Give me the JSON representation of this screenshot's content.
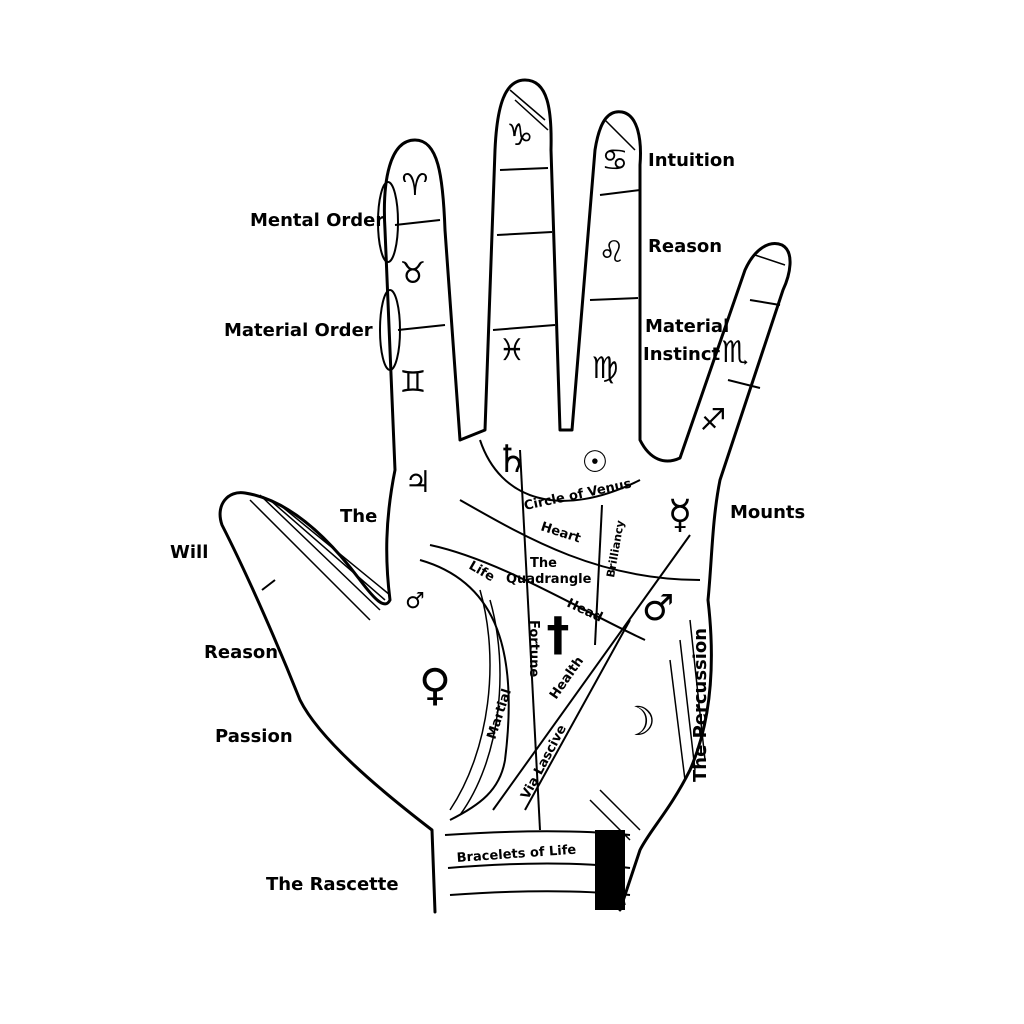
{
  "labels": {
    "intuition": "Intuition",
    "reason_finger": "Reason",
    "material_instinct_1": "Material",
    "material_instinct_2": "Instinct",
    "mental_order": "Mental Order",
    "material_order": "Material Order",
    "the": "The",
    "will": "Will",
    "reason_thumb": "Reason",
    "passion": "Passion",
    "rascette": "The Rascette",
    "mounts": "Mounts",
    "percussion": "The Percussion"
  },
  "palm_lines": {
    "circle_of_venus": "Circle of Venus",
    "brilliancy": "Brilliancy",
    "heart": "Heart",
    "quadrangle_1": "The",
    "quadrangle_2": "Quadrangle",
    "life": "Life",
    "head": "Head",
    "fortune": "Fortune",
    "martial": "Martial",
    "health": "Health",
    "via_lascive": "Via Lascive",
    "bracelets": "Bracelets of Life"
  },
  "symbols": {
    "aries": "♈",
    "taurus": "♉",
    "gemini": "♊",
    "capricorn": "♑",
    "pisces": "♓",
    "cancer": "♋",
    "leo": "♌",
    "virgo": "♍",
    "scorpio": "♏",
    "sagittarius": "♐",
    "jupiter": "♃",
    "saturn": "♄",
    "sun": "☉",
    "mercury": "☿",
    "mars": "♂",
    "mars_lower": "♂",
    "venus": "♀",
    "moon": "☽",
    "dagger": "†"
  }
}
